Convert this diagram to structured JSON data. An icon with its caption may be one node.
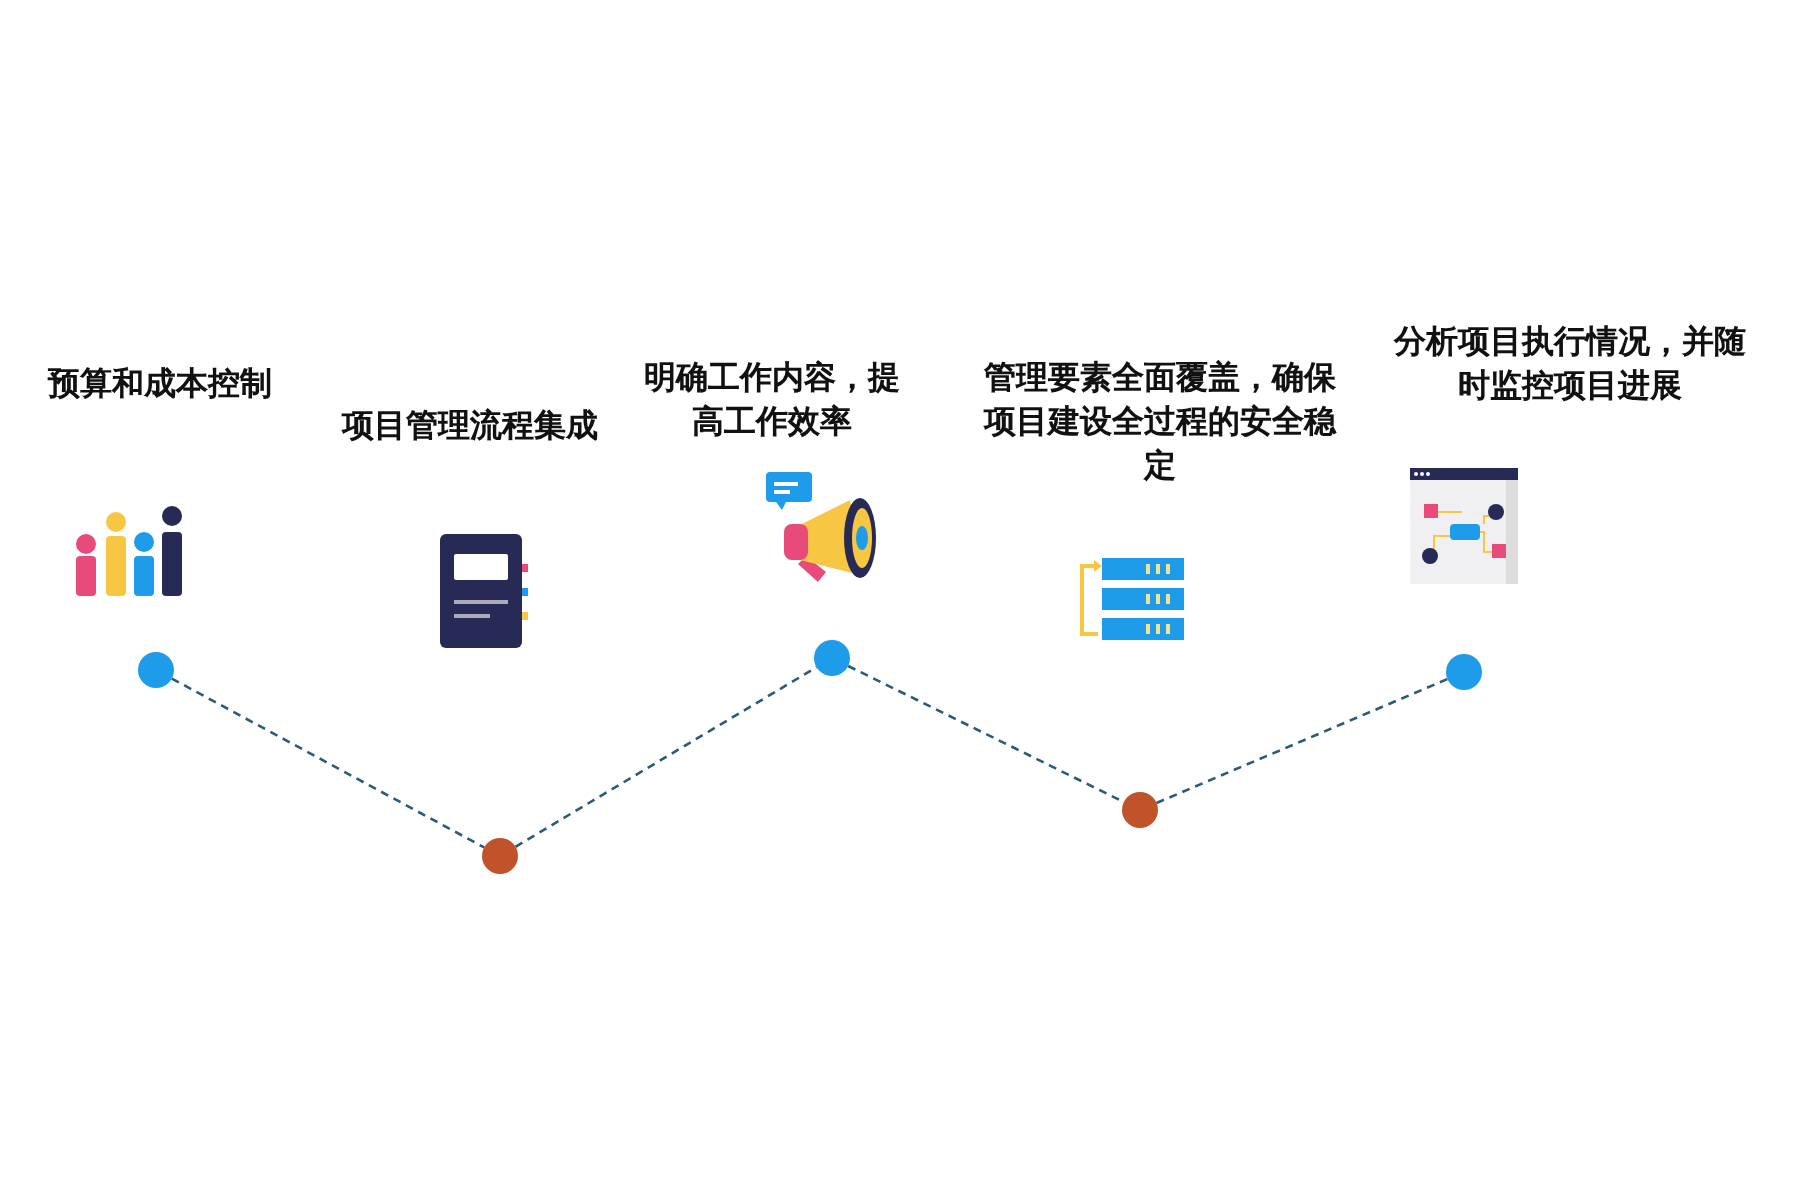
{
  "diagram": {
    "nodes": [
      {
        "text": [],
        "shape": "circle"
      },
      {
        "text": [],
        "shape": "circle"
      },
      {
        "text": [],
        "shape": "circle"
      },
      {
        "text": [],
        "shape": "circle"
      },
      {
        "text": [],
        "shape": "circle"
      }
    ],
    "edges": [
      {
        "from": 0,
        "to": 1,
        "arrow": "none",
        "style": "dashed"
      },
      {
        "from": 1,
        "to": 2,
        "arrow": "none",
        "style": "dashed"
      },
      {
        "from": 2,
        "to": 3,
        "arrow": "none",
        "style": "dashed"
      },
      {
        "from": 3,
        "to": 4,
        "arrow": "none",
        "style": "dashed"
      }
    ],
    "labels": [
      "预算和成本控制",
      "项目管理流程集成",
      "明确工作内容，提高工作效率",
      "管理要素全面覆盖，确保项目建设全过程的安全稳定",
      "分析项目执行情况，并随时监控项目进展"
    ]
  }
}
